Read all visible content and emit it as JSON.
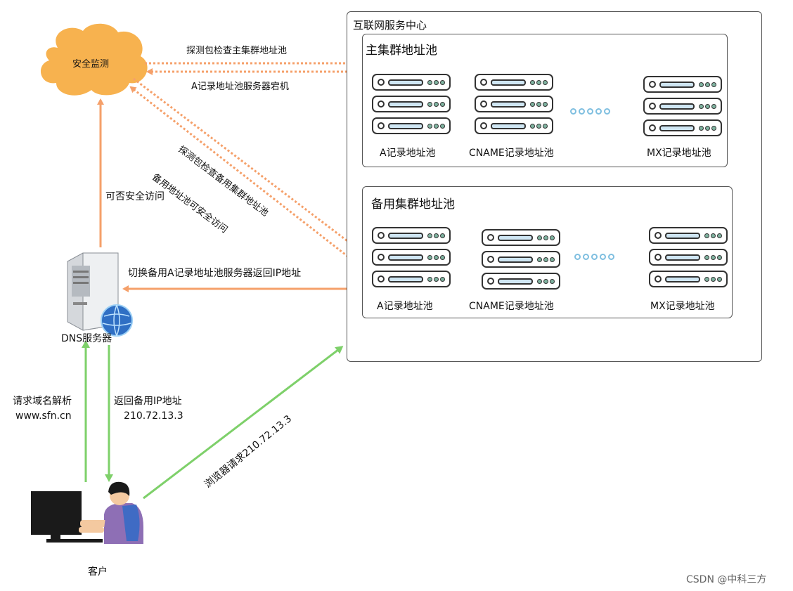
{
  "service_center": {
    "title": "互联网服务中心",
    "main_cluster": {
      "title": "主集群地址池",
      "pools": [
        "A记录地址池",
        "CNAME记录地址池",
        "MX记录地址池"
      ]
    },
    "backup_cluster": {
      "title": "备用集群地址池",
      "pools": [
        "A记录地址池",
        "CNAME记录地址池",
        "MX记录地址池"
      ]
    }
  },
  "nodes": {
    "security": "安全监测",
    "dns": "DNS服务器",
    "client": "客户"
  },
  "arrows": {
    "probe_main": "探测包检查主集群地址池",
    "a_pool_down": "A记录地址池服务器宕机",
    "probe_backup": "探测包检查备用集群地址池",
    "backup_safe": "备用地址池可安全访问",
    "can_access": "可否安全访问",
    "switch_backup": "切换备用A记录地址池服务器返回IP地址",
    "request_line1": "请求域名解析",
    "request_line2": "www.sfn.cn",
    "return_line1": "返回备用IP地址",
    "return_line2": "210.72.13.3",
    "browser": "浏览器请求210.72.13.3"
  },
  "watermark": "CSDN @中科三方",
  "colors": {
    "orange": "#f5a06a",
    "green": "#7ed06a",
    "cloud": "#f7b24f"
  }
}
